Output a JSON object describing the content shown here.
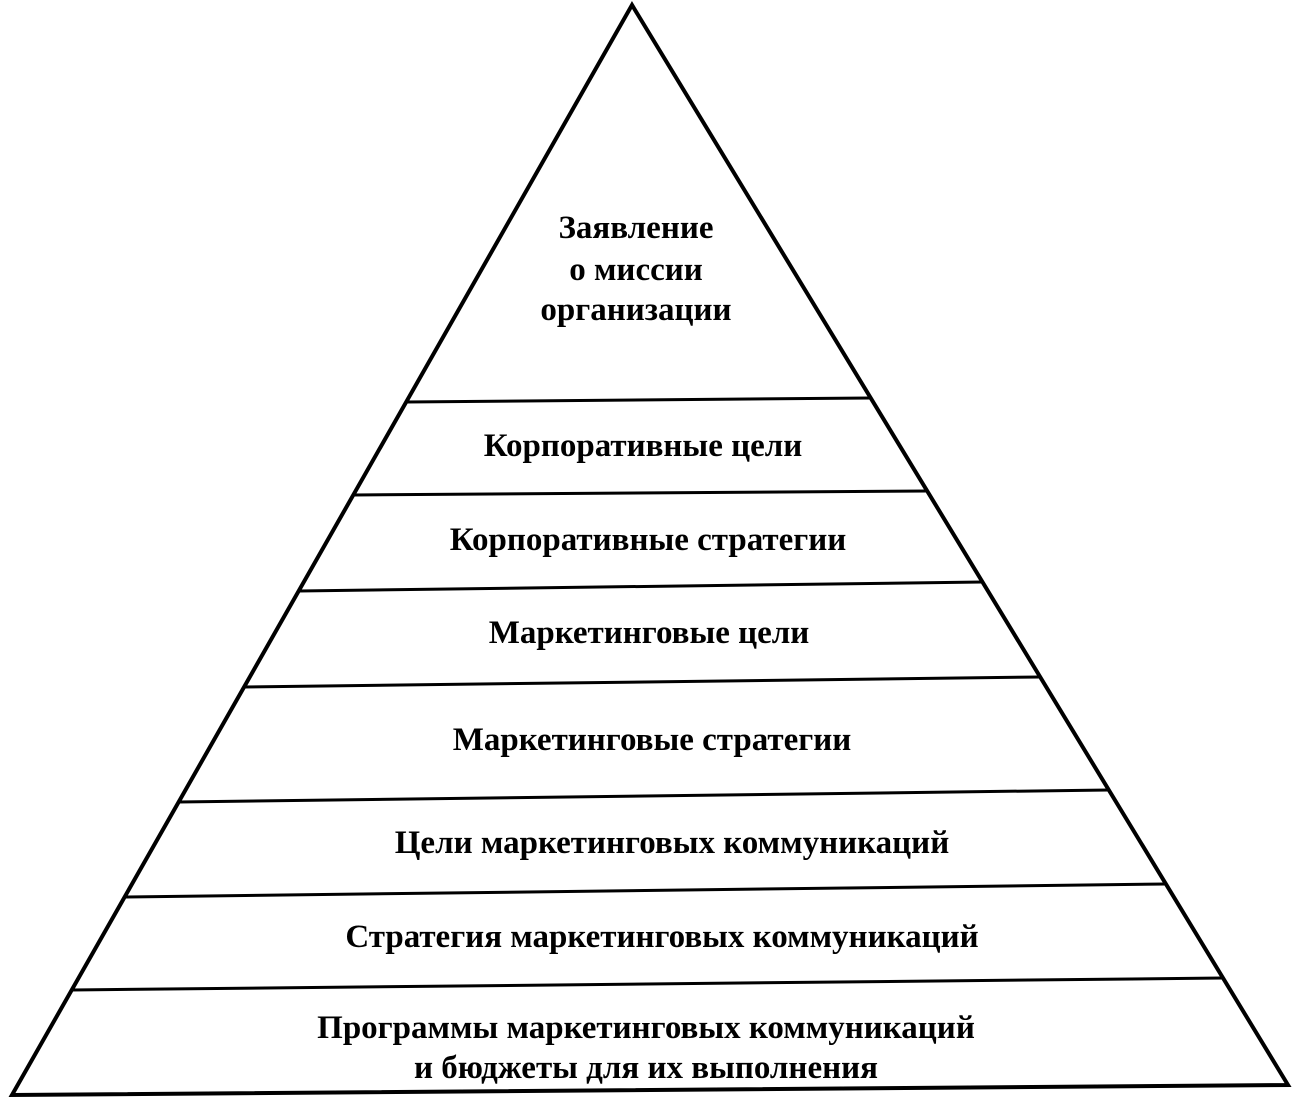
{
  "pyramid": {
    "colors": {
      "stroke": "#000000",
      "fill": "#ffffff",
      "text": "#000000"
    },
    "tiers": [
      {
        "lines": [
          "Заявление",
          "о миссии",
          "организации"
        ]
      },
      {
        "lines": [
          "Корпоративные цели"
        ]
      },
      {
        "lines": [
          "Корпоративные стратегии"
        ]
      },
      {
        "lines": [
          "Маркетинговые цели"
        ]
      },
      {
        "lines": [
          "Маркетинговые стратегии"
        ]
      },
      {
        "lines": [
          "Цели маркетинговых коммуникаций"
        ]
      },
      {
        "lines": [
          "Стратегия маркетинговых коммуникаций"
        ]
      },
      {
        "lines": [
          "Программы маркетинговых коммуникаций",
          "и бюджеты для их выполнения"
        ]
      }
    ]
  }
}
